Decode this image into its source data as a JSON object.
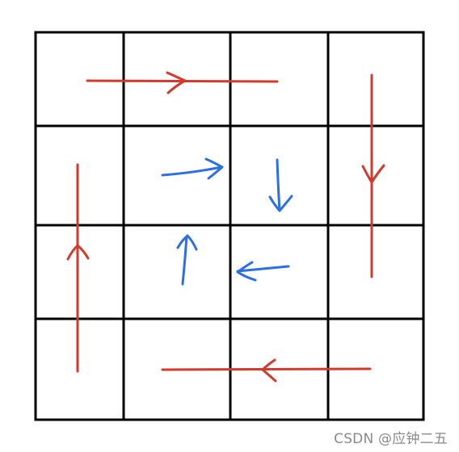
{
  "watermark": "CSDN @应钟二五",
  "colors": {
    "grid": "#000000",
    "outer_path": "#d33a2c",
    "inner_path": "#2b6fe8",
    "background": "#ffffff",
    "watermark": "#8a8a8a"
  },
  "grid": {
    "rows": 4,
    "cols": 4
  }
}
